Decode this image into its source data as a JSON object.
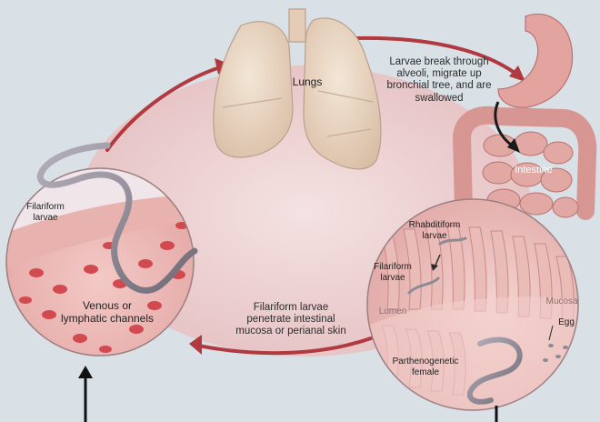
{
  "labels": {
    "lungs": "Lungs",
    "alveoli_step": "Larvae break through\nalveoli, migrate up\nbronchial tree, and are\nswallowed",
    "intestine": "Intestine",
    "rhabditiform": "Rhabditiform\nlarvae",
    "filariform_gut": "Filariform\nlarvae",
    "mucosa": "Mucosa",
    "lumen": "Lumen",
    "egg": "Egg",
    "parthenogenetic": "Parthenogenetic\nfemale",
    "penetrate_step": "Filariform larvae\npenetrate intestinal\nmucosa or perianal skin",
    "filariform_skin": "Filariform\nlarvae",
    "venous": "Venous or\nlymphatic channels"
  },
  "colors": {
    "background": "#d9e1e6",
    "cycle_band": "#ecd3d5",
    "cycle_arrow": "#b03a3f",
    "lung_tissue": "#e9d6c4",
    "intestine": "#dc9c98",
    "blood_cell": "#d24a4f",
    "worm": "#8e8a94"
  }
}
